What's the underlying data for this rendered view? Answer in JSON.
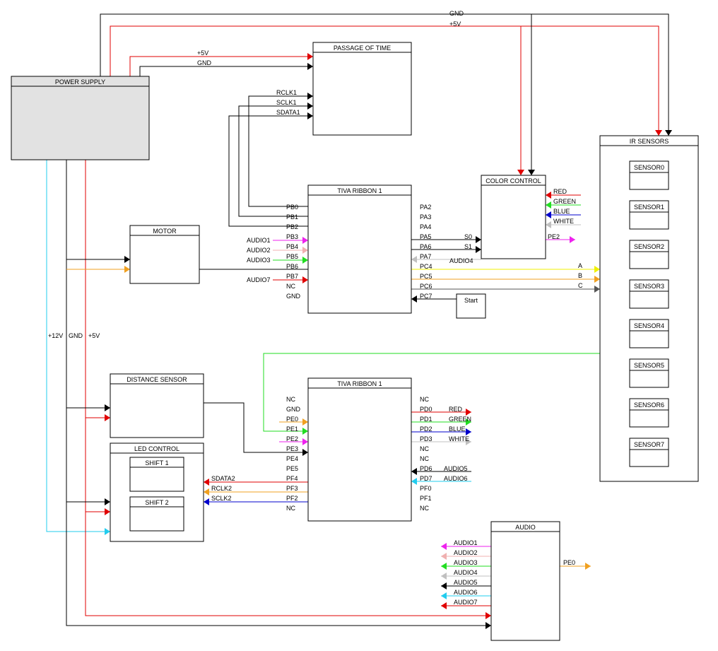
{
  "colors": {
    "black": "#000000",
    "red": "#e00000",
    "green": "#22dd22",
    "blue": "#0000cc",
    "white_signal": "#c0c0c0",
    "magenta": "#ee22ee",
    "pink": "#f0b0b0",
    "orange": "#f0a020",
    "yellow": "#f0f000",
    "cyan": "#22ccee",
    "gray": "#555555",
    "supply_fill": "#e2e2e2"
  },
  "blocks": {
    "power_supply": "POWER SUPPLY",
    "passage_of_time": "PASSAGE OF TIME",
    "motor": "MOTOR",
    "tiva_top": "TIVA RIBBON 1",
    "color_control": "COLOR CONTROL",
    "start": "Start",
    "ir_sensors": "IR SENSORS",
    "distance_sensor": "DISTANCE SENSOR",
    "led_control": "LED CONTROL",
    "shift1": "SHIFT 1",
    "shift2": "SHIFT 2",
    "tiva_bottom": "TIVA RIBBON 1",
    "audio": "AUDIO"
  },
  "rails": {
    "gnd": "GND",
    "v5": "+5V",
    "v12": "+12V"
  },
  "passage_inputs": [
    "RCLK1",
    "SCLK1",
    "SDATA1"
  ],
  "tiva_top": {
    "left_pins": [
      "PB0",
      "PB1",
      "PB2",
      "PB3",
      "PB4",
      "PB5",
      "PB6",
      "PB7",
      "NC",
      "GND"
    ],
    "right_pins": [
      "PA2",
      "PA3",
      "PA4",
      "PA5",
      "PA6",
      "PA7",
      "PC4",
      "PC5",
      "PC6",
      "PC7"
    ]
  },
  "audio_inputs_top": [
    "AUDIO1",
    "AUDIO2",
    "AUDIO3",
    "AUDIO7"
  ],
  "color_control": {
    "inputs": [
      "S0",
      "S1"
    ],
    "audio_out": "AUDIO4",
    "outputs": [
      "RED",
      "GREEN",
      "BLUE",
      "WHITE"
    ],
    "pe_out": "PE2"
  },
  "bus_labels": [
    "A",
    "B",
    "C"
  ],
  "ir_sensors": [
    "SENSOR0",
    "SENSOR1",
    "SENSOR2",
    "SENSOR3",
    "SENSOR4",
    "SENSOR5",
    "SENSOR6",
    "SENSOR7"
  ],
  "tiva_bottom": {
    "left_pins": [
      "NC",
      "GND",
      "PE0",
      "PE1",
      "PE2",
      "PE3",
      "PE4",
      "PE5",
      "PF4",
      "PF3",
      "PF2",
      "NC"
    ],
    "right_pins": [
      "NC",
      "PD0",
      "PD1",
      "PD2",
      "PD3",
      "NC",
      "NC",
      "PD6",
      "PD7",
      "PF0",
      "PF1",
      "NC"
    ],
    "right_signals": [
      "RED",
      "GREEN",
      "BLUE",
      "WHITE",
      "AUDIO5",
      "AUDIO6"
    ]
  },
  "led_signals": [
    "SDATA2",
    "RCLK2",
    "SCLK2"
  ],
  "audio": {
    "inputs": [
      "AUDIO1",
      "AUDIO2",
      "AUDIO3",
      "AUDIO4",
      "AUDIO5",
      "AUDIO6",
      "AUDIO7"
    ],
    "output": "PE0"
  }
}
